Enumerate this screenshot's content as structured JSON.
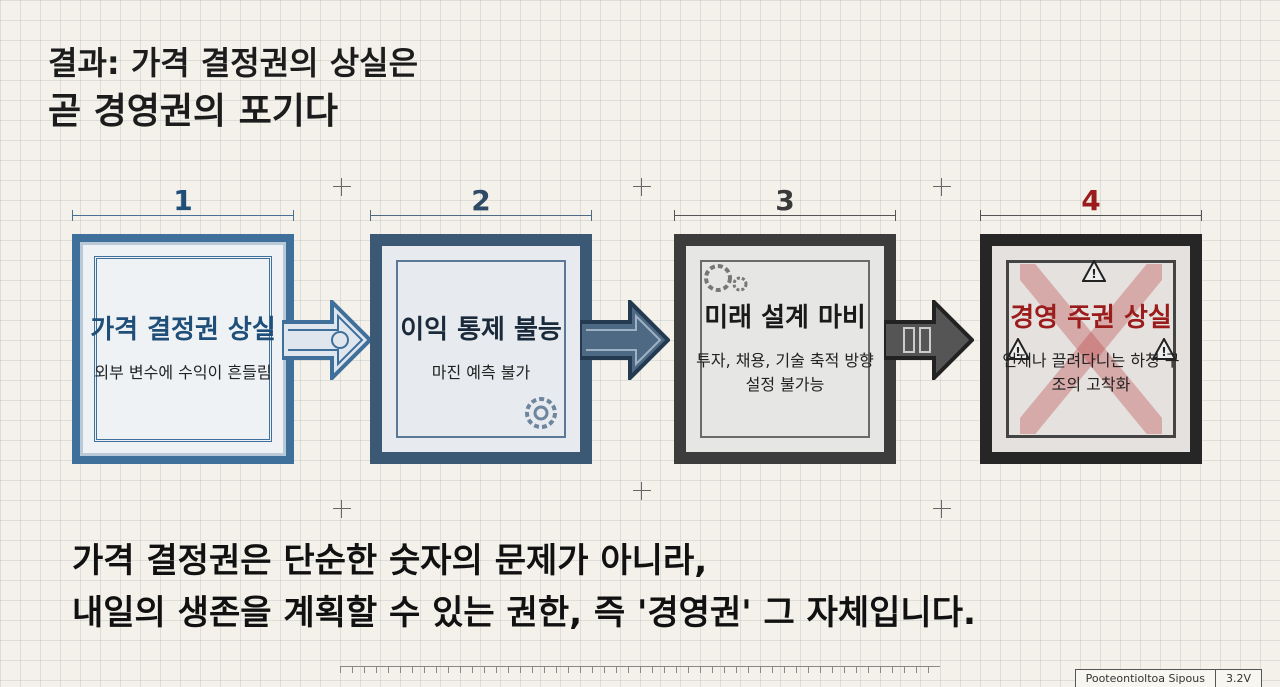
{
  "title": {
    "line1": "결과: 가격 결정권의 상실은",
    "line2": "곧 경영권의 포기다"
  },
  "steps": [
    {
      "number": "1",
      "heading": "가격 결정권 상실",
      "desc": "외부 변수에 수익이 흔들림",
      "color": "#1f4e79",
      "icon": "none"
    },
    {
      "number": "2",
      "heading": "이익 통제 불능",
      "desc": "마진 예측 불가",
      "color": "#2e4a66",
      "icon": "gear-icon"
    },
    {
      "number": "3",
      "heading": "미래 설계 마비",
      "desc": "투자, 채용, 기술 축적 방향 설정 불가능",
      "color": "#3a3a3a",
      "icon": "gear-icon"
    },
    {
      "number": "4",
      "heading": "경영 주권 상실",
      "desc": "언제나 끌려다니는 하청 구조의 고착화",
      "color": "#9b1c1c",
      "icon": "warning-icon"
    }
  ],
  "main_statement": {
    "line1": "가격 결정권은 단순한 숫자의 문제가 아니라,",
    "line2": "내일의 생존을 계획할 수 있는 권한, 즉 '경영권' 그 자체입니다."
  },
  "stamp": {
    "label": "Pooteontioltoa Sipous",
    "value": "3.2V"
  }
}
